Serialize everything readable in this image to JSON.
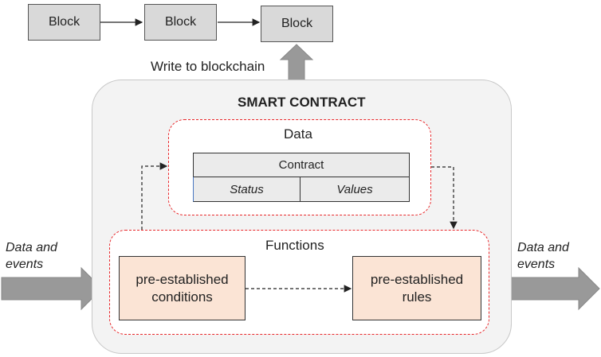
{
  "blocks": [
    "Block",
    "Block",
    "Block"
  ],
  "write_label": "Write to blockchain",
  "smart_contract_title": "SMART CONTRACT",
  "data_section": {
    "title": "Data",
    "contract": "Contract",
    "status": "Status",
    "values": "Values"
  },
  "functions_section": {
    "title": "Functions",
    "conditions": "pre-established\nconditions",
    "rules": "pre-established\nrules"
  },
  "input_label": "Data and\nevents",
  "output_label": "Data and\nevents",
  "colors": {
    "block_fill": "#d9d9d9",
    "container_fill": "#f3f3f3",
    "dashed_border": "#e8272a",
    "function_box_fill": "#fbe4d5",
    "arrow_fill": "#999999"
  }
}
